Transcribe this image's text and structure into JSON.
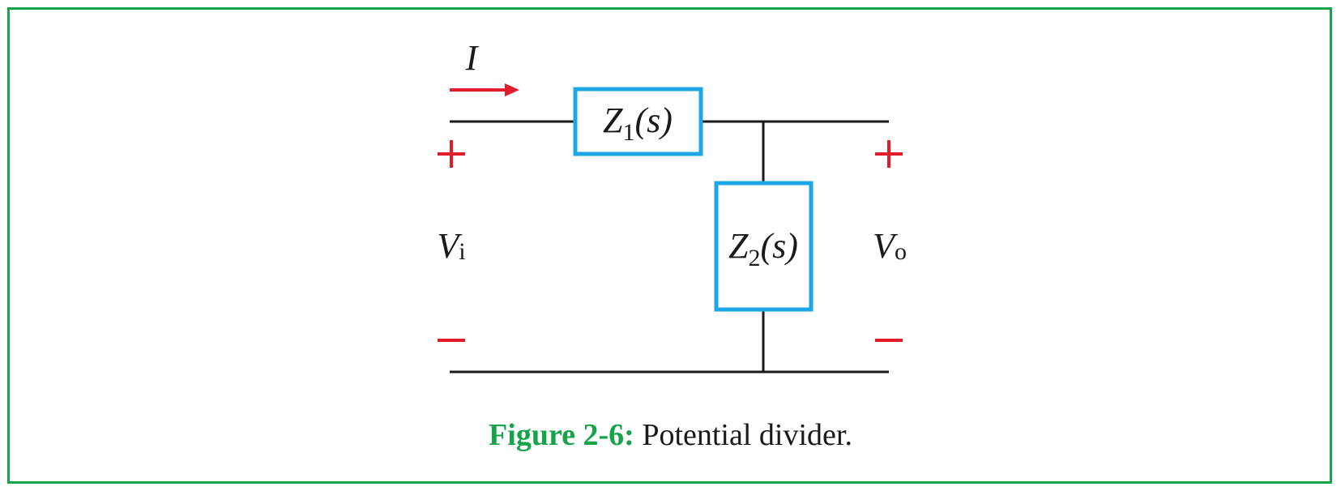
{
  "current_label": "I",
  "input_voltage": {
    "symbol": "V",
    "subscript": "i",
    "plus": "+",
    "minus": "−"
  },
  "output_voltage": {
    "symbol": "V",
    "subscript": "o",
    "plus": "+",
    "minus": "−"
  },
  "impedance_1": {
    "symbol": "Z",
    "subscript": "1",
    "argument": "(s)"
  },
  "impedance_2": {
    "symbol": "Z",
    "subscript": "2",
    "argument": "(s)"
  },
  "caption": {
    "label": "Figure 2-6:",
    "text": " Potential divider."
  },
  "colors": {
    "frame": "#16a34a",
    "impedance_box": "#1ea7e4",
    "signs_and_arrow": "#e11d2a",
    "wire": "#1a1a1a"
  }
}
